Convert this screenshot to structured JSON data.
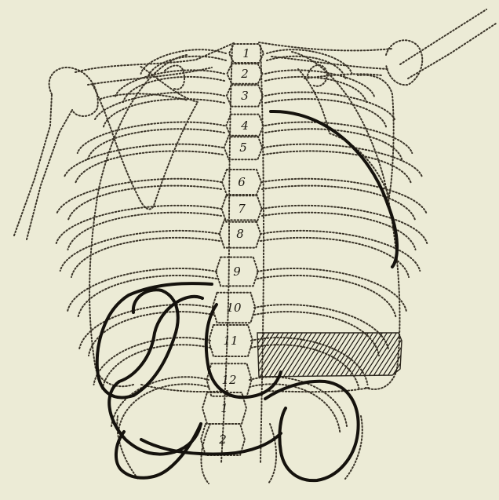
{
  "diagram": {
    "background_color": "#ecebd6",
    "ink_color": "#15120d",
    "thoracic_labels": [
      "1",
      "2",
      "3",
      "4",
      "5",
      "6",
      "7",
      "8",
      "9",
      "10",
      "11",
      "12"
    ],
    "lumbar_labels": [
      "1",
      "2"
    ]
  }
}
